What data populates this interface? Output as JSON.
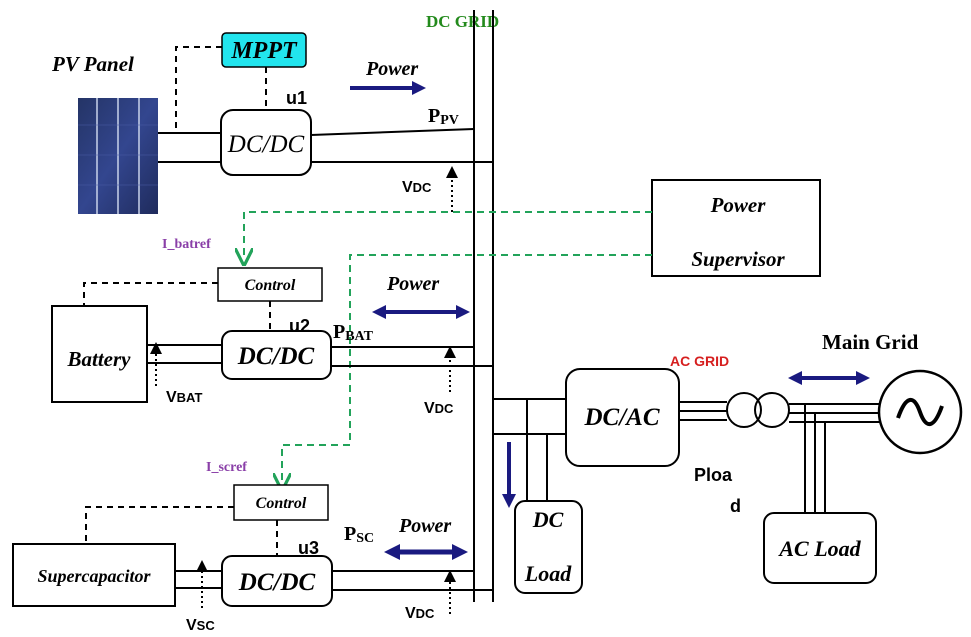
{
  "labels": {
    "pv_panel": "PV Panel",
    "mppt": "MPPT",
    "dc_grid": "DC GRID",
    "power_pv": "Power",
    "u1": "u1",
    "ppv_main": "P",
    "ppv_sub": "PV",
    "vdc": "V",
    "vdc_sub": "DC",
    "power_supervisor_1": "Power",
    "power_supervisor_2": "Supervisor",
    "i_batref": "I_batref",
    "control": "Control",
    "power_bat": "Power",
    "battery": "Battery",
    "u2": "u2",
    "pbat_main": "P",
    "pbat_sub": "BAT",
    "vbat_main": "V",
    "vbat_sub": "BAT",
    "dcdc": "DC/DC",
    "ac_grid": "AC GRID",
    "main_grid": "Main Grid",
    "dcac": "DC/AC",
    "i_scref": "I_scref",
    "pload_1": "Ploa",
    "pload_2": "d",
    "dc_load_1": "DC",
    "dc_load_2": "Load",
    "ac_load": "AC Load",
    "supercapacitor": "Supercapacitor",
    "u3": "u3",
    "psc_main": "P",
    "psc_sub": "SC",
    "power_sc": "Power",
    "vsc_main": "V",
    "vsc_sub": "SC"
  },
  "colors": {
    "mppt_fill": "#22e5ee",
    "dashed_green": "#22a35a",
    "arrow_blue": "#1a1a80",
    "dc_grid_text": "#238a1c",
    "ac_grid_text": "#d61f1f",
    "ref_text": "#8a3fa8",
    "pv_cell": "#2b3a78"
  }
}
